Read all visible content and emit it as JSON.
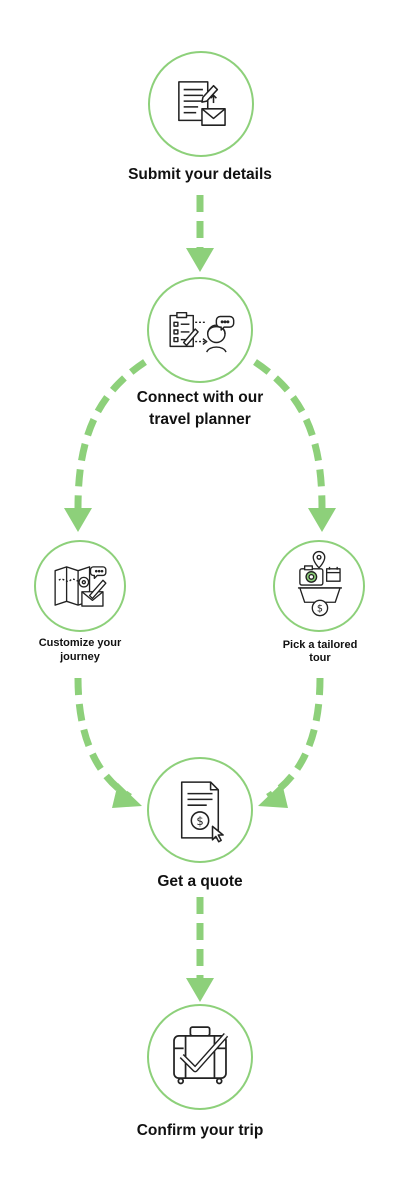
{
  "accent_color": "#8dd07a",
  "steps": {
    "submit": {
      "label": "Submit your details",
      "icon": "document-envelope-icon"
    },
    "connect": {
      "label_line1": "Connect with our",
      "label_line2": "travel planner",
      "icon": "clipboard-agent-icon"
    },
    "customize": {
      "label_line1": "Customize your",
      "label_line2": "journey",
      "icon": "map-pen-icon"
    },
    "pick": {
      "label_line1": "Pick a tailored",
      "label_line2": "tour",
      "icon": "camera-basket-icon"
    },
    "quote": {
      "label": "Get a quote",
      "icon": "invoice-dollar-icon"
    },
    "confirm": {
      "label": "Confirm your trip",
      "icon": "suitcase-check-icon"
    }
  }
}
